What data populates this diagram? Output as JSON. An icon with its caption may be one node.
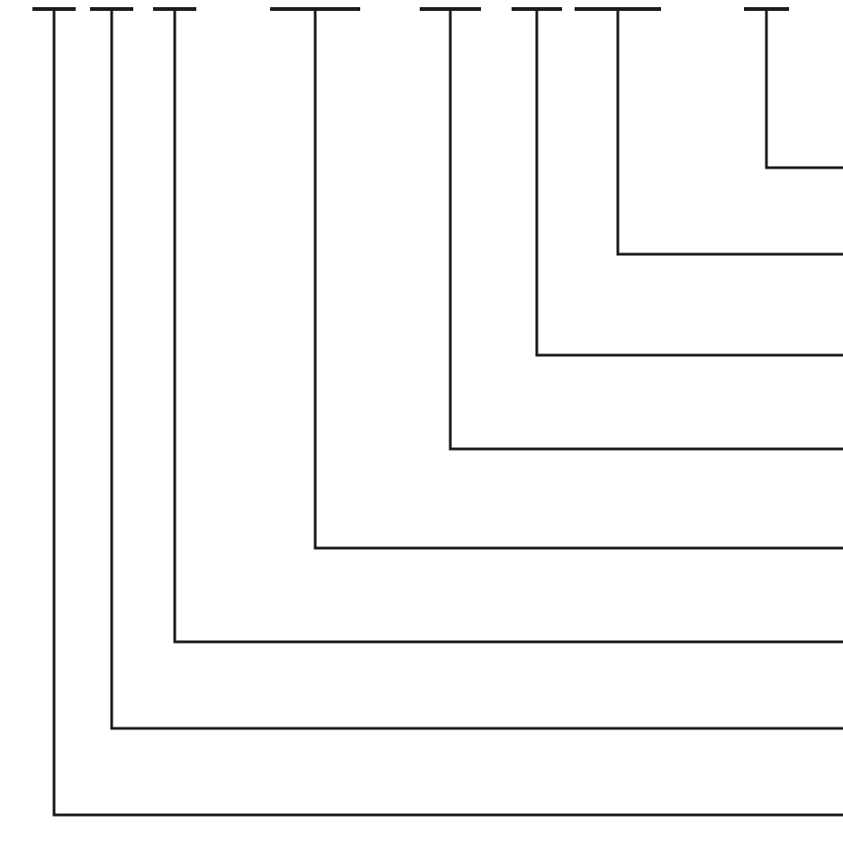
{
  "diagram": {
    "nodes": [
      {
        "text": [],
        "shape": "bar"
      },
      {
        "text": [],
        "shape": "bar"
      },
      {
        "text": [],
        "shape": "bar"
      },
      {
        "text": [],
        "shape": "bar"
      },
      {
        "text": [],
        "shape": "bar"
      },
      {
        "text": [],
        "shape": "bar"
      },
      {
        "text": [],
        "shape": "bar"
      },
      {
        "text": [],
        "shape": "bar"
      }
    ],
    "edges": [
      {
        "from": 0,
        "to": null,
        "arrow": "none"
      },
      {
        "from": 1,
        "to": null,
        "arrow": "none"
      },
      {
        "from": 2,
        "to": null,
        "arrow": "none"
      },
      {
        "from": 3,
        "to": null,
        "arrow": "none"
      },
      {
        "from": 4,
        "to": null,
        "arrow": "none"
      },
      {
        "from": 5,
        "to": null,
        "arrow": "none"
      },
      {
        "from": 6,
        "to": null,
        "arrow": "none"
      },
      {
        "from": 7,
        "to": null,
        "arrow": "none"
      }
    ]
  }
}
